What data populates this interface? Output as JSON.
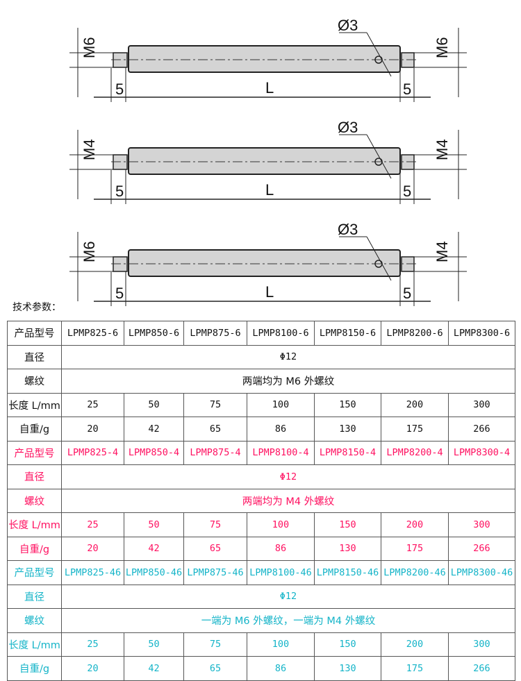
{
  "drawings": [
    {
      "left_thread": "M6",
      "right_thread": "M6",
      "hole": "Ø3",
      "left_len": "5",
      "body_len": "L",
      "right_len": "5"
    },
    {
      "left_thread": "M4",
      "right_thread": "M4",
      "hole": "Ø3",
      "left_len": "5",
      "body_len": "L",
      "right_len": "5"
    },
    {
      "left_thread": "M6",
      "right_thread": "M4",
      "hole": "Ø3",
      "left_len": "5",
      "body_len": "L",
      "right_len": "5"
    }
  ],
  "params_title": "技术参数：",
  "colors": {
    "group1": "#111111",
    "group2": "#ff1060",
    "group3": "#14b4c8"
  },
  "groups": [
    {
      "model_label": "产品型号",
      "models": [
        "LPMP825-6",
        "LPMP850-6",
        "LPMP875-6",
        "LPMP8100-6",
        "LPMP8150-6",
        "LPMP8200-6",
        "LPMP8300-6"
      ],
      "diameter_label": "直径",
      "diameter": "Φ12",
      "thread_label": "螺纹",
      "thread": "两端均为 M6 外螺纹",
      "length_label": "长度 L/mm",
      "lengths": [
        "25",
        "50",
        "75",
        "100",
        "150",
        "200",
        "300"
      ],
      "weight_label": "自重/g",
      "weights": [
        "20",
        "42",
        "65",
        "86",
        "130",
        "175",
        "266"
      ]
    },
    {
      "model_label": "产品型号",
      "models": [
        "LPMP825-4",
        "LPMP850-4",
        "LPMP875-4",
        "LPMP8100-4",
        "LPMP8150-4",
        "LPMP8200-4",
        "LPMP8300-4"
      ],
      "diameter_label": "直径",
      "diameter": "Φ12",
      "thread_label": "螺纹",
      "thread": "两端均为 M4 外螺纹",
      "length_label": "长度 L/mm",
      "lengths": [
        "25",
        "50",
        "75",
        "100",
        "150",
        "200",
        "300"
      ],
      "weight_label": "自重/g",
      "weights": [
        "20",
        "42",
        "65",
        "86",
        "130",
        "175",
        "266"
      ]
    },
    {
      "model_label": "产品型号",
      "models": [
        "LPMP825-46",
        "LPMP850-46",
        "LPMP875-46",
        "LPMP8100-46",
        "LPMP8150-46",
        "LPMP8200-46",
        "LPMP8300-46"
      ],
      "diameter_label": "直径",
      "diameter": "Φ12",
      "thread_label": "螺纹",
      "thread": "一端为 M6 外螺纹，一端为 M4 外螺纹",
      "length_label": "长度 L/mm",
      "lengths": [
        "25",
        "50",
        "75",
        "100",
        "150",
        "200",
        "300"
      ],
      "weight_label": "自重/g",
      "weights": [
        "20",
        "42",
        "65",
        "86",
        "130",
        "175",
        "266"
      ]
    }
  ]
}
